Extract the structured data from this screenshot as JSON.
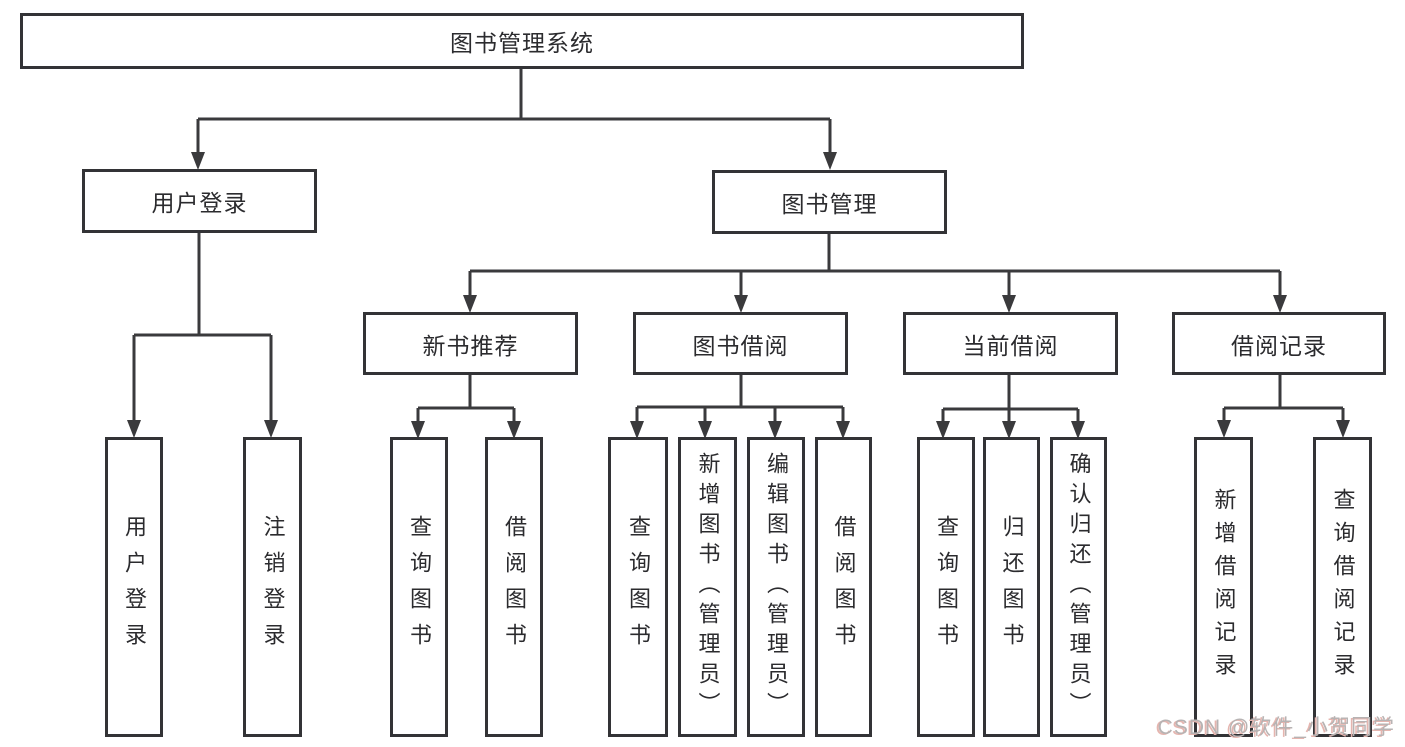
{
  "diagram": {
    "root": "图书管理系统",
    "user_login": "用户登录",
    "book_management": "图书管理",
    "new_book_recommend": "新书推荐",
    "book_borrow": "图书借阅",
    "current_borrow": "当前借阅",
    "borrow_records": "借阅记录",
    "leaf_user_login": "用户登录",
    "leaf_logout": "注销登录",
    "leaf_query_books_1": "查询图书",
    "leaf_borrow_books_1": "借阅图书",
    "leaf_query_books_2": "查询图书",
    "leaf_add_books_admin": "新增图书（管理员）",
    "leaf_edit_books_admin": "编辑图书（管理员）",
    "leaf_borrow_books_2": "借阅图书",
    "leaf_query_books_3": "查询图书",
    "leaf_return_books": "归还图书",
    "leaf_confirm_return_admin": "确认归还（管理员）",
    "leaf_add_borrow_record": "新增借阅记录",
    "leaf_query_borrow_record": "查询借阅记录"
  },
  "watermark": "CSDN @软件_小贺同学",
  "colors": {
    "line": "#3a3a3c",
    "box_border": "#333336",
    "text": "#2b2b2e",
    "background": "#ffffff",
    "watermark": "#b7b3b3",
    "watermark_shadow": "#e5b5af"
  }
}
